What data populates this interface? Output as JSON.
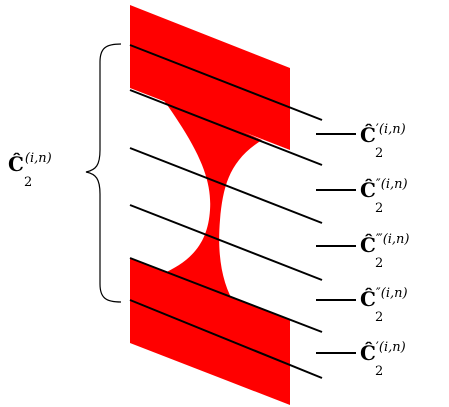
{
  "diagram": {
    "colors": {
      "surface": "#ff0000",
      "line": "#000000",
      "background": "#ffffff"
    },
    "brace_label": {
      "base": "Ĉ",
      "subscript": "2",
      "superscript": "(i,n)"
    },
    "side_labels": [
      {
        "base": "Ĉ",
        "primes": "′",
        "subscript": "2",
        "superscript": "(i,n)"
      },
      {
        "base": "Ĉ",
        "primes": "″",
        "subscript": "2",
        "superscript": "(i,n)"
      },
      {
        "base": "Ĉ",
        "primes": "‴",
        "subscript": "2",
        "superscript": "(i,n)"
      },
      {
        "base": "Ĉ",
        "primes": "″",
        "subscript": "2",
        "superscript": "(i,n)"
      },
      {
        "base": "Ĉ",
        "primes": "′",
        "subscript": "2",
        "superscript": "(i,n)"
      }
    ]
  }
}
